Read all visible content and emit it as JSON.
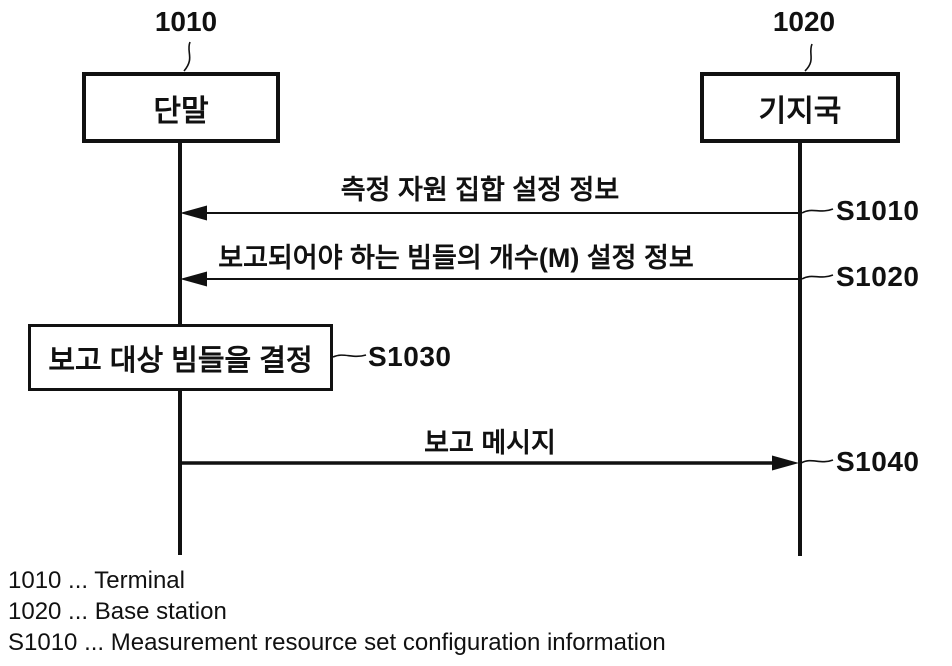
{
  "diagram": {
    "actors": [
      {
        "ref": "1010",
        "name": "단말"
      },
      {
        "ref": "1020",
        "name": "기지국"
      }
    ],
    "messages": [
      {
        "label": "측정 자원 집합 설정 정보",
        "step": "S1010",
        "direction": "right-to-left"
      },
      {
        "label": "보고되어야 하는 빔들의 개수(M) 설정 정보",
        "step": "S1020",
        "direction": "right-to-left"
      },
      {
        "label": "보고 메시지",
        "step": "S1040",
        "direction": "left-to-right"
      }
    ],
    "self_action": {
      "label": "보고 대상 빔들을 결정",
      "step": "S1030"
    },
    "legend": [
      "1010 ... Terminal",
      "1020 ... Base station",
      "S1010 ... Measurement resource set configuration information"
    ],
    "colors": {
      "ink": "#111111",
      "background": "#ffffff"
    }
  }
}
